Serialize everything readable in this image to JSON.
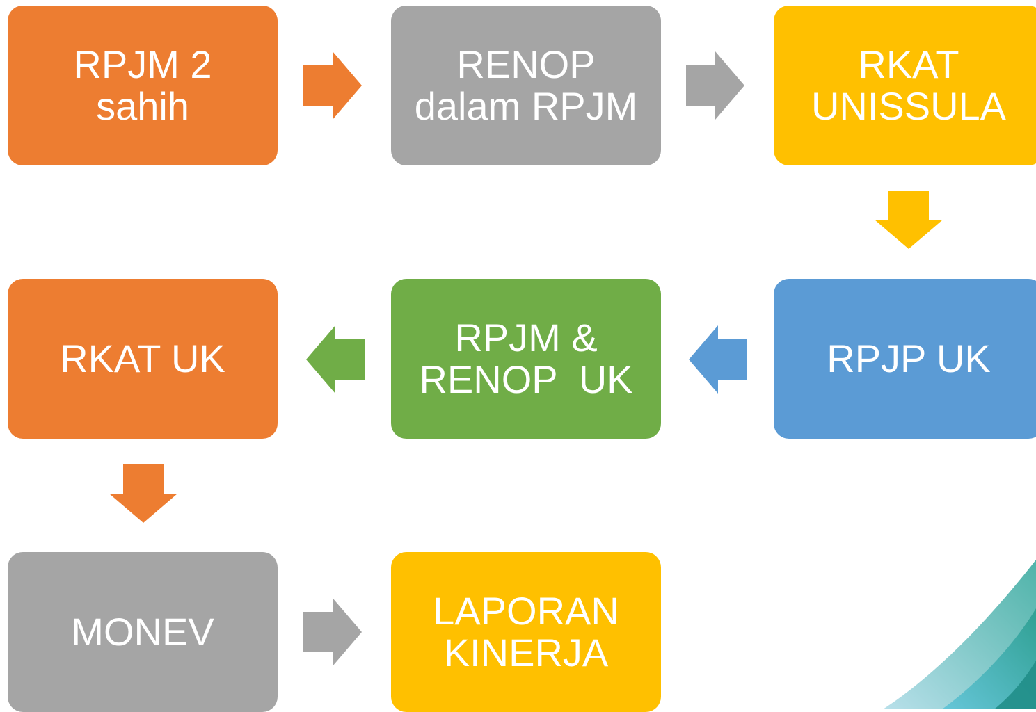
{
  "colors": {
    "orange": "#ED7D31",
    "gray": "#A5A5A5",
    "gold": "#FFC000",
    "blue": "#5B9BD5",
    "green": "#70AD47"
  },
  "steps": [
    {
      "line1": "RPJM 2",
      "line2": "sahih",
      "color": "orange"
    },
    {
      "line1": "RENOP",
      "line2": "dalam RPJM",
      "color": "gray"
    },
    {
      "line1": "RKAT",
      "line2": "UNISSULA",
      "color": "gold"
    },
    {
      "line1": "RPJP UK",
      "line2": "",
      "color": "blue"
    },
    {
      "line1": "RPJM &",
      "line2": "RENOP  UK",
      "color": "green"
    },
    {
      "line1": "RKAT UK",
      "line2": "",
      "color": "orange"
    },
    {
      "line1": "MONEV",
      "line2": "",
      "color": "gray"
    },
    {
      "line1": "LAPORAN",
      "line2": "KINERJA",
      "color": "gold"
    }
  ],
  "connectors": [
    {
      "from": 0,
      "to": 1,
      "direction": "right",
      "color": "orange"
    },
    {
      "from": 1,
      "to": 2,
      "direction": "right",
      "color": "gray"
    },
    {
      "from": 2,
      "to": 3,
      "direction": "down",
      "color": "gold"
    },
    {
      "from": 3,
      "to": 4,
      "direction": "left",
      "color": "blue"
    },
    {
      "from": 4,
      "to": 5,
      "direction": "left",
      "color": "green"
    },
    {
      "from": 5,
      "to": 6,
      "direction": "down",
      "color": "orange"
    },
    {
      "from": 6,
      "to": 7,
      "direction": "right",
      "color": "gray"
    }
  ]
}
